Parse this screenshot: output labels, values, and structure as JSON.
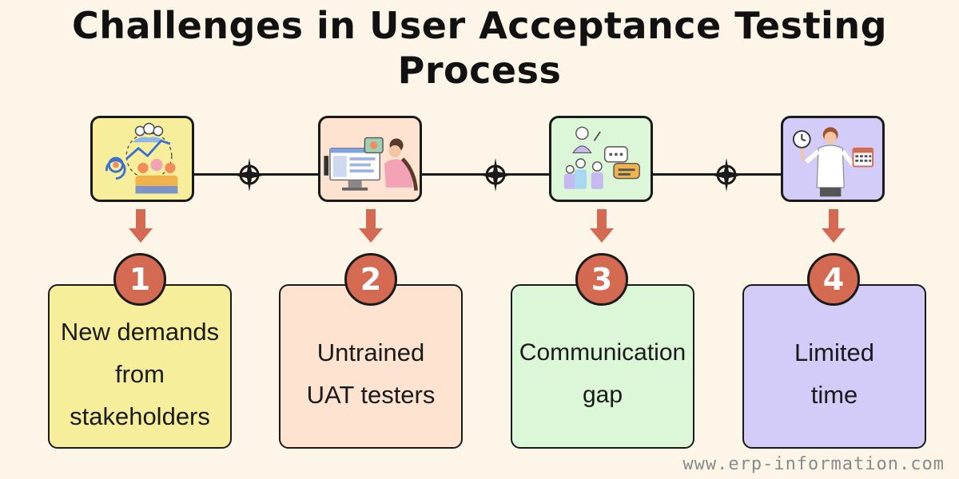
{
  "title": {
    "line1": "Challenges in User Acceptance Testing",
    "line2": "Process"
  },
  "steps": [
    {
      "number": "1",
      "label": "New demands from stakeholders",
      "icon": "stakeholders-icon",
      "card_color": "#f7ee9c",
      "icon_bg": "#f7ee9c"
    },
    {
      "number": "2",
      "label": "Untrained UAT testers",
      "icon": "tester-at-screen-icon",
      "card_color": "#fde3d0",
      "icon_bg": "#fde3d0"
    },
    {
      "number": "3",
      "label": "Communication gap",
      "icon": "communication-icon",
      "card_color": "#dcf7d8",
      "icon_bg": "#dcf7d8"
    },
    {
      "number": "4",
      "label": "Limited time",
      "icon": "woman-with-clock-and-calendar-icon",
      "card_color": "#d3ccf9",
      "icon_bg": "#d3ccf9"
    }
  ],
  "colors": {
    "background": "#fdf5e8",
    "accent": "#d46a52",
    "outline": "#1a1a1a"
  },
  "watermark": "www.erp-information.com"
}
